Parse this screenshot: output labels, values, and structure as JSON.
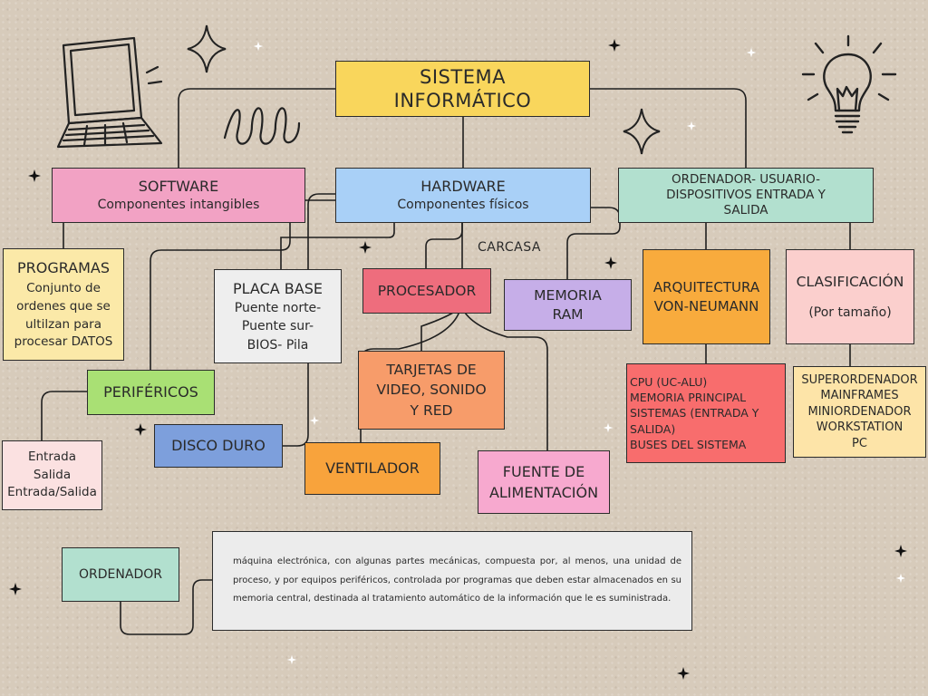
{
  "title": [
    "SISTEMA",
    "INFORMÁTICO"
  ],
  "software": {
    "title": "SOFTWARE",
    "subtitle": "Componentes intangibles"
  },
  "hardware": {
    "title": "HARDWARE",
    "subtitle": "Componentes físicos"
  },
  "ordenador_usuario": [
    "ORDENADOR- USUARIO-",
    "DISPOSITIVOS ENTRADA Y",
    "SALIDA"
  ],
  "programas": {
    "title": "PROGRAMAS",
    "lines": [
      "Conjunto de",
      "ordenes que se",
      "ultilzan para",
      "procesar DATOS"
    ]
  },
  "placa_base": {
    "title": "PLACA BASE",
    "lines": [
      "Puente norte-",
      "Puente sur-",
      "BIOS- Pila"
    ]
  },
  "carcasa": "CARCASA",
  "procesador": "PROCESADOR",
  "memoria_ram": [
    "MEMORIA",
    "RAM"
  ],
  "arquitectura": [
    "ARQUITECTURA",
    "VON-NEUMANN"
  ],
  "clasificacion": {
    "title": "CLASIFICACIÓN",
    "subtitle": "(Por tamaño)"
  },
  "perifericos": "PERIFÉRICOS",
  "tarjetas": [
    "TARJETAS DE",
    "VIDEO, SONIDO",
    "Y RED"
  ],
  "cpu_list": [
    "CPU (UC-ALU)",
    "MEMORIA PRINCIPAL",
    "SISTEMAS (ENTRADA Y",
    "SALIDA)",
    "BUSES DEL SISTEMA"
  ],
  "tamanos": [
    "SUPERORDENADOR",
    "MAINFRAMES",
    "MINIORDENADOR",
    "WORKSTATION",
    "PC"
  ],
  "disco_duro": "DISCO DURO",
  "io_types": [
    "Entrada",
    "Salida",
    "Entrada/Salida"
  ],
  "ventilador": "VENTILADOR",
  "fuente": [
    "FUENTE DE",
    "ALIMENTACIÓN"
  ],
  "ordenador": "ORDENADOR",
  "definicion": "máquina electrónica, con algunas partes mecánicas, compuesta por, al menos, una unidad de proceso, y por equipos periféricos, controlada por programas que deben estar almacenados en su memoria central, destinada al tratamiento automático de la información que le es suministrada.",
  "colors": {
    "title": "#f9d65c",
    "software": "#f2a2c4",
    "hardware": "#a9d0f7",
    "ordenador_usuario": "#b2e0cf",
    "programas": "#fbe9a8",
    "placa_base": "#eeeeee",
    "procesador": "#ee6d7d",
    "memoria_ram": "#c6aee8",
    "arquitectura": "#f8ab3d",
    "clasificacion": "#fbcfcd",
    "perifericos": "#a9e074",
    "tarjetas": "#f79c6a",
    "cpu_list": "#f86d6d",
    "tamanos": "#fde4a8",
    "disco_duro": "#7d9fdc",
    "io_types": "#fbe1e1",
    "ventilador": "#f8a33c",
    "fuente": "#f7a9cf",
    "ordenador": "#b2e0cf",
    "definicion": "#ececec"
  }
}
